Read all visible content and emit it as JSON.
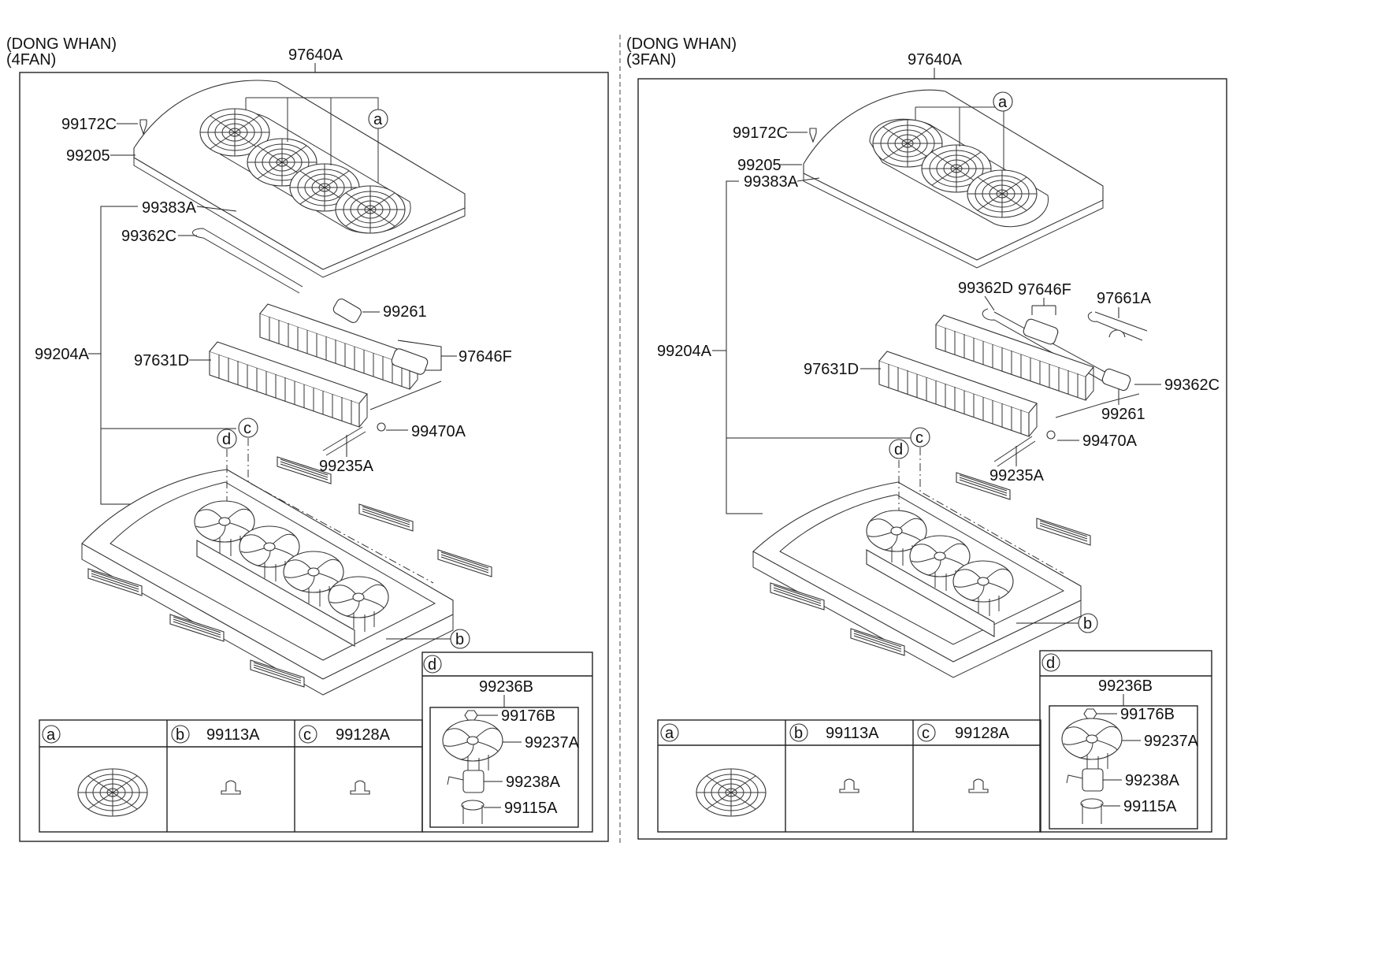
{
  "left": {
    "header_line1": "(DONG WHAN)",
    "header_line2": "(4FAN)",
    "assembly": "97640A",
    "labels": {
      "l1": "99172C",
      "l2": "99205",
      "l3": "99383A",
      "l4": "99362C",
      "l5": "99261",
      "l6": "97646F",
      "l7": "97631D",
      "l8": "99204A",
      "l9": "99470A",
      "l10": "99235A"
    },
    "callouts": {
      "a": "a",
      "b": "b",
      "c": "c",
      "d": "d"
    },
    "legend": {
      "a_letter": "a",
      "b_letter": "b",
      "b_part": "99113A",
      "c_letter": "c",
      "c_part": "99128A"
    },
    "detail_d": {
      "letter": "d",
      "assembly": "99236B",
      "p1": "99176B",
      "p2": "99237A",
      "p3": "99238A",
      "p4": "99115A"
    }
  },
  "right": {
    "header_line1": "(DONG WHAN)",
    "header_line2": "(3FAN)",
    "assembly": "97640A",
    "labels": {
      "l1": "99172C",
      "l2": "99205",
      "l3": "99383A",
      "l4": "99362D",
      "l5": "97646F",
      "l6": "97661A",
      "l7": "99204A",
      "l8": "97631D",
      "l9": "99362C",
      "l10": "99261",
      "l11": "99470A",
      "l12": "99235A"
    },
    "callouts": {
      "a": "a",
      "b": "b",
      "c": "c",
      "d": "d"
    },
    "legend": {
      "a_letter": "a",
      "b_letter": "b",
      "b_part": "99113A",
      "c_letter": "c",
      "c_part": "99128A"
    },
    "detail_d": {
      "letter": "d",
      "assembly": "99236B",
      "p1": "99176B",
      "p2": "99237A",
      "p3": "99238A",
      "p4": "99115A"
    }
  }
}
